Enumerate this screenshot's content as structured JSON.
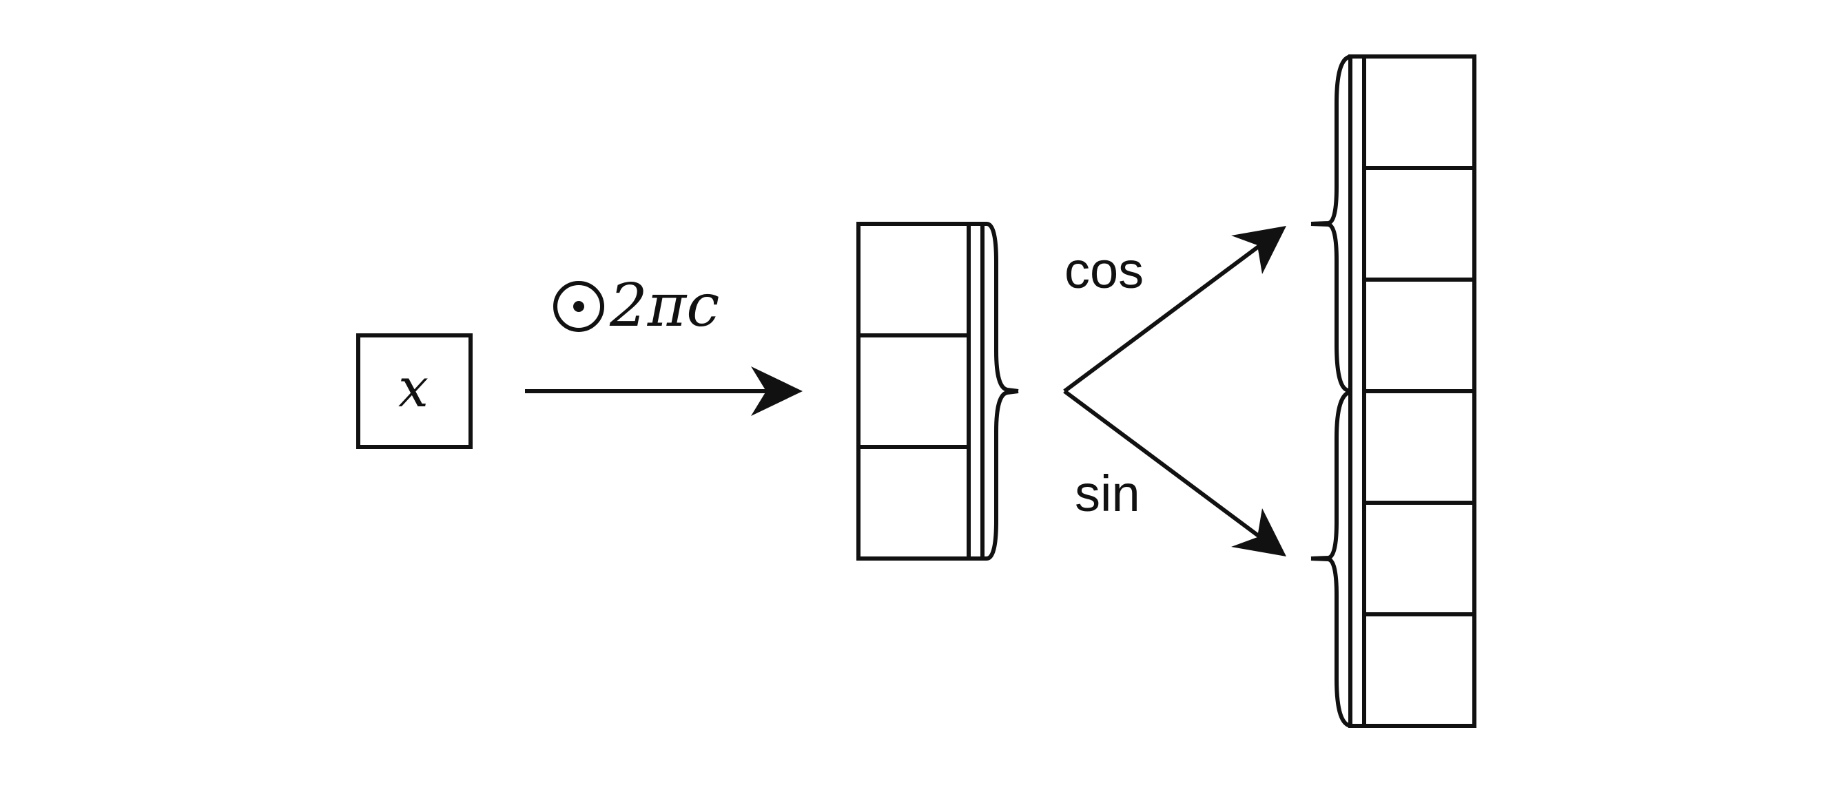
{
  "input": {
    "symbol": "x"
  },
  "operation": {
    "symbol": "⊙",
    "factor": "2πc"
  },
  "functions": {
    "top": "cos",
    "bottom": "sin"
  },
  "colors": {
    "ink": "#111111",
    "background": "#ffffff"
  }
}
